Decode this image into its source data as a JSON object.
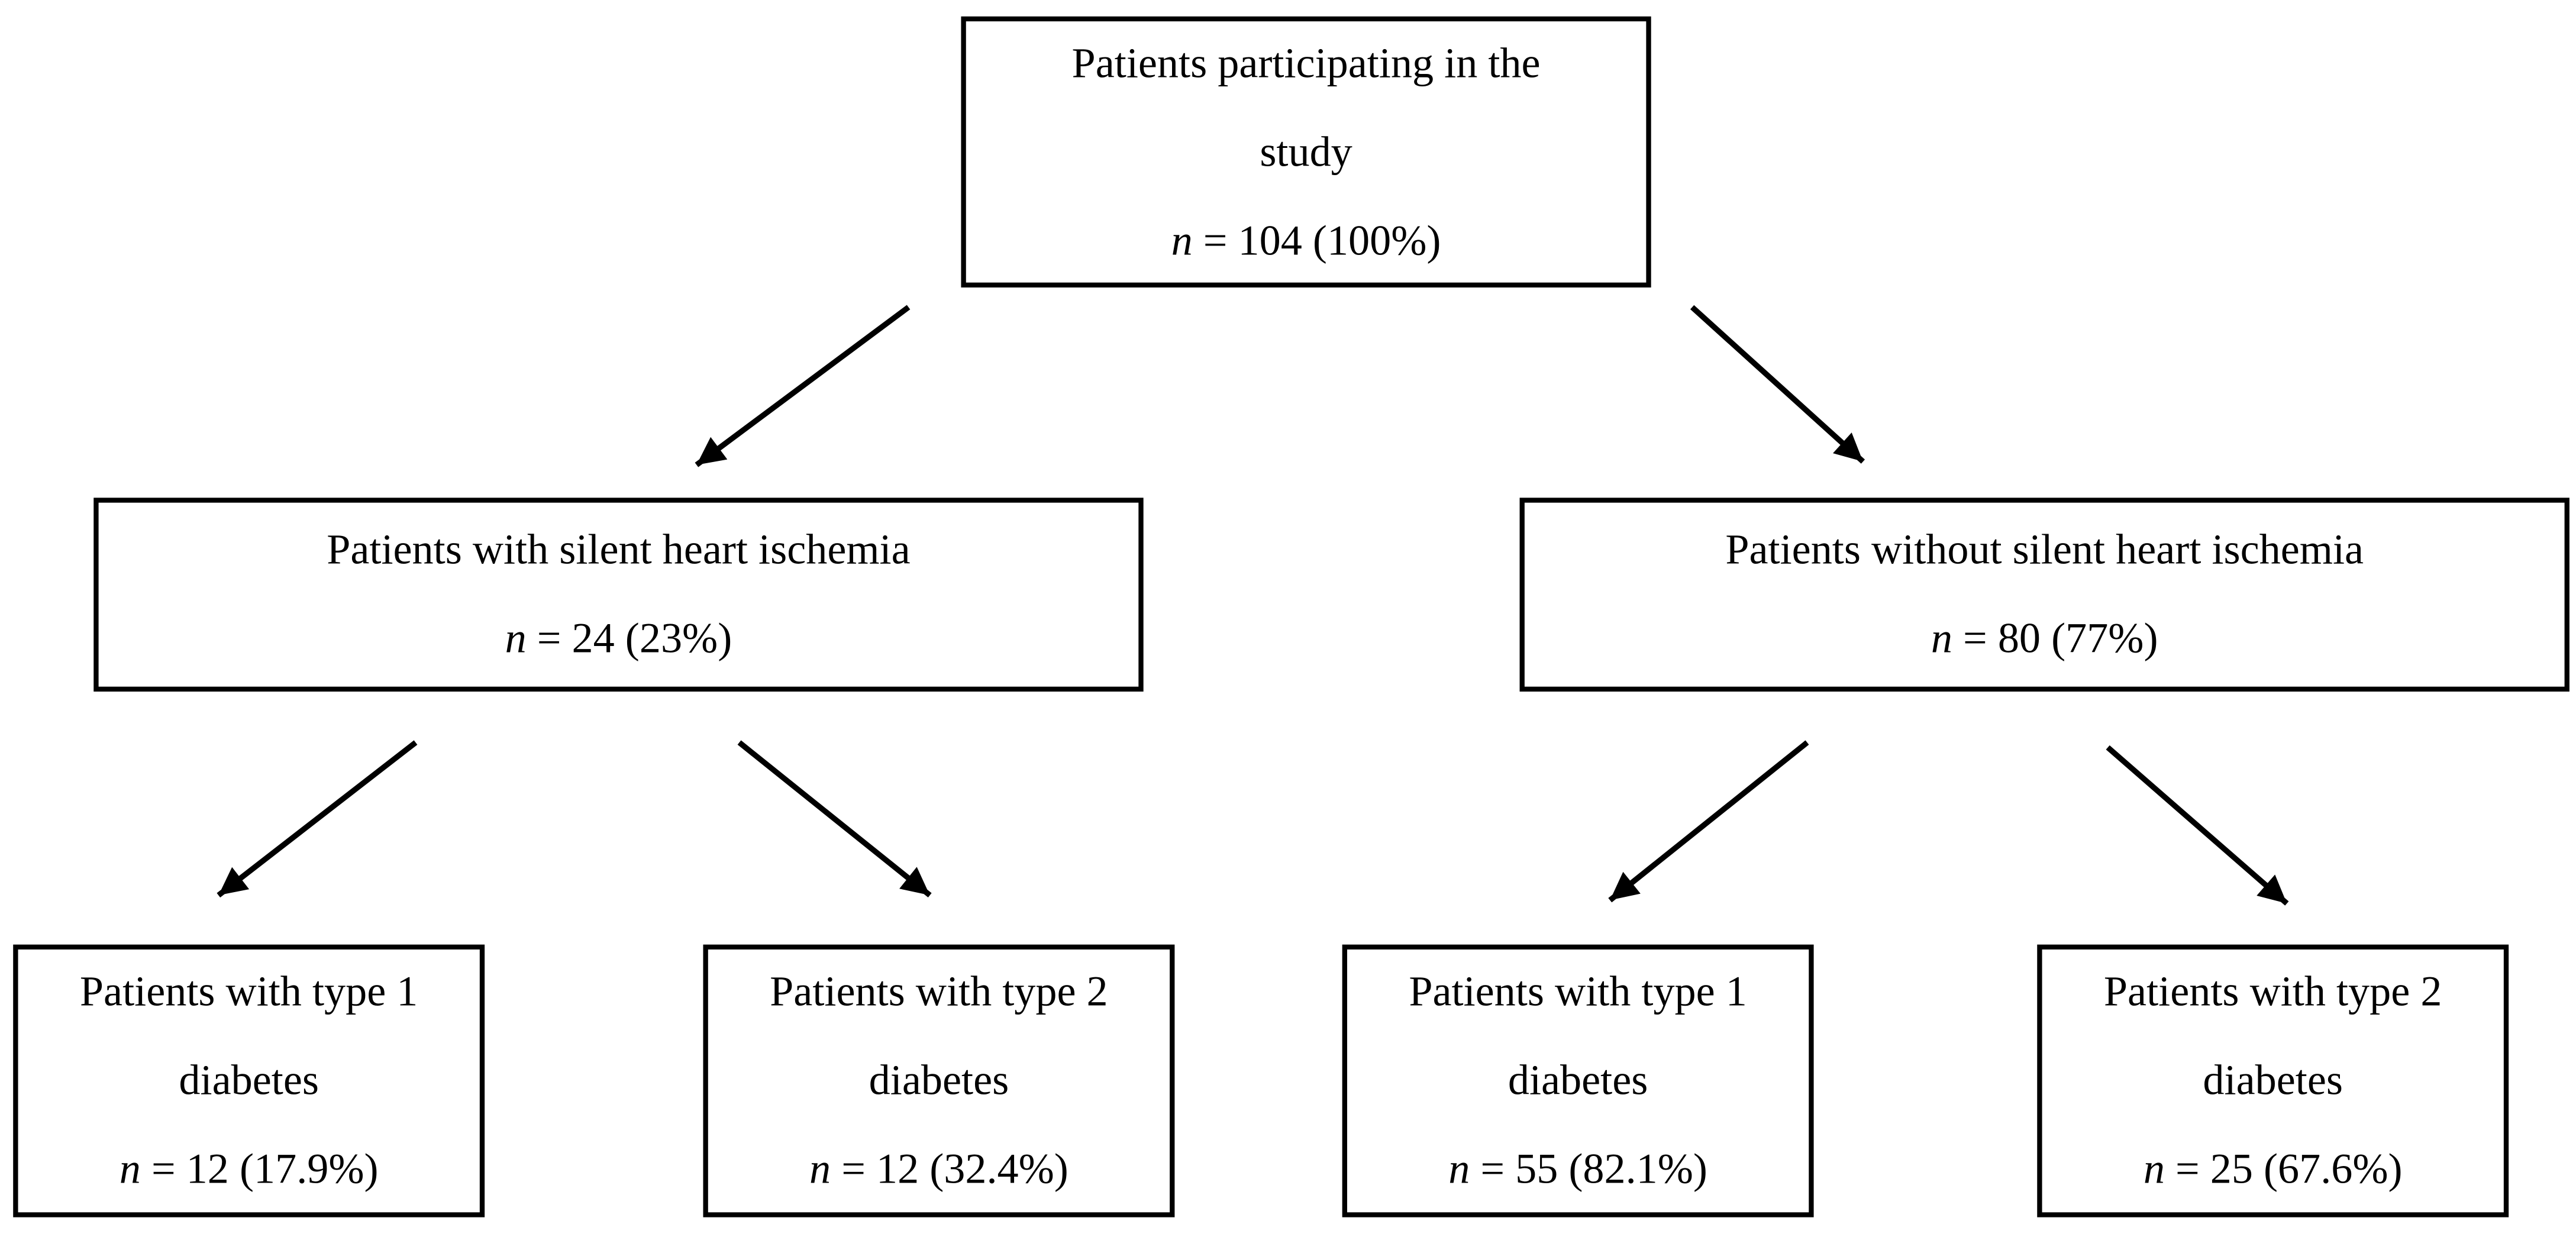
{
  "colors": {
    "ink": "#000000",
    "paper": "#ffffff"
  },
  "nodes": {
    "study": {
      "lines": [
        "Patients participating in the",
        "study"
      ],
      "stat": {
        "n": "n",
        "rest": " = 104 (100%)"
      }
    },
    "ischemia": {
      "lines": [
        "Patients with silent heart ischemia"
      ],
      "stat": {
        "n": "n",
        "rest": " = 24 (23%)"
      }
    },
    "no_ischemia": {
      "lines": [
        "Patients without silent heart ischemia"
      ],
      "stat": {
        "n": "n",
        "rest": " = 80 (77%)"
      }
    },
    "ischemia_type1": {
      "lines": [
        "Patients with type 1",
        "diabetes"
      ],
      "stat": {
        "n": "n",
        "rest": " = 12 (17.9%)"
      }
    },
    "ischemia_type2": {
      "lines": [
        "Patients with type 2",
        "diabetes"
      ],
      "stat": {
        "n": "n",
        "rest": " = 12 (32.4%)"
      }
    },
    "no_ischemia_type1": {
      "lines": [
        "Patients with type 1",
        "diabetes"
      ],
      "stat": {
        "n": "n",
        "rest": " = 55 (82.1%)"
      }
    },
    "no_ischemia_type2": {
      "lines": [
        "Patients with type 2",
        "diabetes"
      ],
      "stat": {
        "n": "n",
        "rest": " = 25 (67.6%)"
      }
    }
  }
}
